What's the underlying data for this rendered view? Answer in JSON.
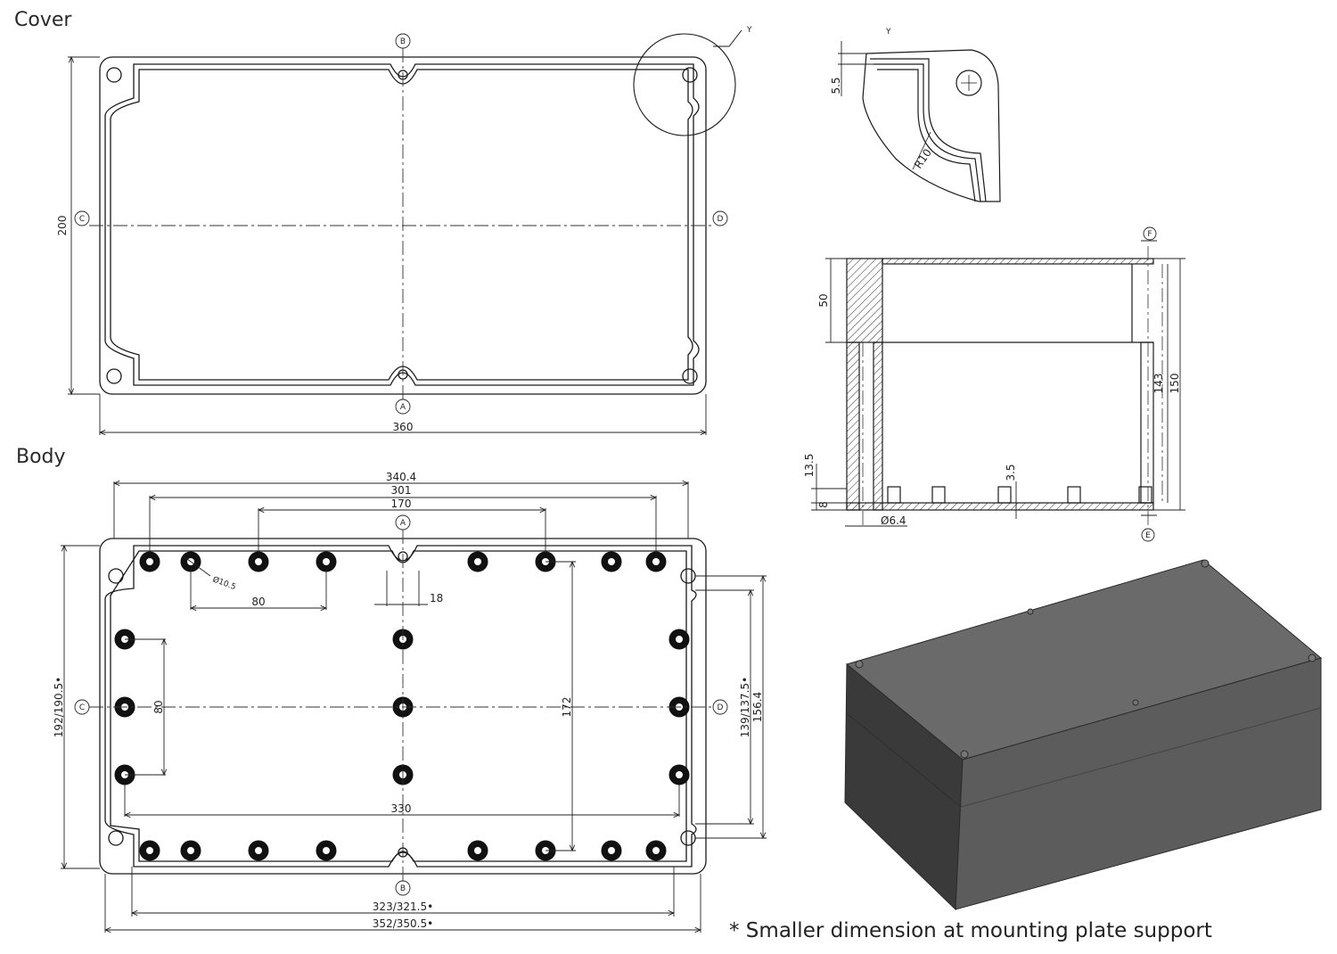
{
  "sections": {
    "cover": "Cover",
    "body": "Body"
  },
  "footnote": "* Smaller dimension at mounting plate support",
  "datum_labels": {
    "a": "A",
    "b": "B",
    "c": "C",
    "d": "D",
    "e": "E",
    "f": "F"
  },
  "detail_label": "Y",
  "dims": {
    "cover_width": "360",
    "cover_height": "200",
    "detail_offset": "5.5",
    "detail_radius": "R10",
    "section_cover_h": "50",
    "section_inner_h": "143",
    "section_total_h": "150",
    "section_boss_h": "13.5",
    "section_floor": "8",
    "section_boss_dia": "Ø6.4",
    "section_step": "3.5",
    "body_340": "340.4",
    "body_301": "301",
    "body_170": "170",
    "body_80_top": "80",
    "body_hole_dia": "Ø10.5",
    "body_18": "18",
    "body_80_side": "80",
    "body_172": "172",
    "body_330": "330",
    "body_left_h": "192/190.5•",
    "body_right_inner": "139/137.5•",
    "body_right_outer": "156.4",
    "body_bottom_inner": "323/321.5•",
    "body_bottom_outer": "352/350.5•"
  },
  "colors": {
    "line": "#1a1a1a",
    "boss": "#111111",
    "box_top": "#6a6a6a",
    "box_front": "#585858",
    "box_side": "#3a3a3a"
  }
}
